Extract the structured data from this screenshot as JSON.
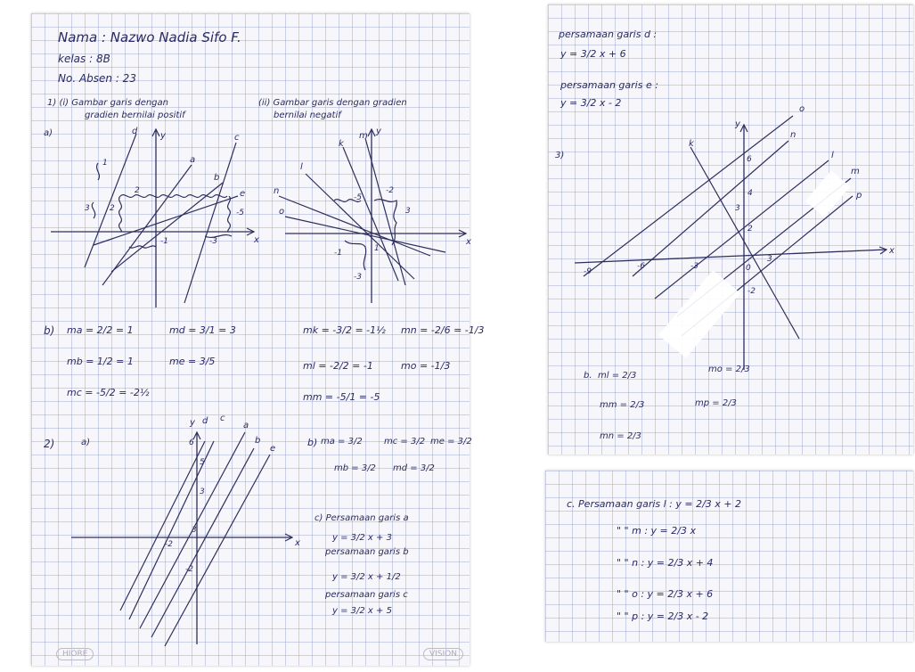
{
  "page1": {
    "header": {
      "nama": "Nama : Nazwo Nadia Sifo F.",
      "kelas": "kelas : 8B",
      "no_absen": "No. Absen : 23"
    },
    "q1": {
      "title_i": "1) (i) Gambar garis dengan",
      "title_i_2": "gradien bernilai positif",
      "title_ii": "(ii) Gambar garis dengan gradien",
      "title_ii_2": "bernilai negatif",
      "part_a": "a)",
      "graph_left_labels": {
        "d": "d",
        "y": "y",
        "a": "a",
        "c": "c",
        "b": "b",
        "e": "e",
        "x": "x",
        "one": "1",
        "three": "3",
        "two_a": "2",
        "two_b": "2",
        "neg1": "-1",
        "neg3": "-3",
        "neg5": "-5"
      },
      "graph_right_labels": {
        "m": "m",
        "y": "y",
        "k": "k",
        "l": "l",
        "o": "o",
        "n": "n",
        "x": "x",
        "neg2": "-2",
        "neg5": "-5",
        "three": "3",
        "neg1": "-1",
        "one": "1",
        "neg3": "-3"
      },
      "part_b": "b)",
      "ma": "ma = 2/2 = 1",
      "md": "md = 3/1 = 3",
      "mb": "mb = 1/2 = 1",
      "me": "me = 3/5",
      "mc": "mc = -5/2 = -2½",
      "mk": "mk = -3/2 = -1½",
      "mn": "mn = -2/6 = -1/3",
      "ml": "ml = -2/2 = -1",
      "mo": "mo = -1/3",
      "mm": "mm = -5/1 = -5"
    },
    "q2": {
      "label": "2)",
      "part_a": "a)",
      "graph_labels": {
        "y": "y",
        "d": "d",
        "c": "c",
        "a": "a",
        "b": "b",
        "e": "e",
        "x": "x",
        "six": "6",
        "five": "5",
        "three_a": "3",
        "three_b": "3",
        "neg2_x": "-2",
        "neg2_y": "-2"
      },
      "part_b": "b)",
      "ma": "ma = 3/2",
      "mc": "mc = 3/2",
      "me": "me = 3/2",
      "mb": "mb = 3/2",
      "md": "md = 3/2",
      "part_c_label": "c) Persamaan garis a",
      "eq_a": "y = 3/2 x + 3",
      "pers_b": "persamaan garis b",
      "eq_b": "y = 3/2 x + 1/2",
      "pers_c": "persamaan garis c",
      "eq_c": "y = 3/2 x + 5"
    },
    "brand_left": "HIORE",
    "brand_right": "VISION"
  },
  "page2": {
    "pers_d": "persamaan garis d :",
    "eq_d": "y = 3/2 x + 6",
    "pers_e": "persamaan garis e :",
    "eq_e": "y = 3/2 x - 2",
    "q3": "3)",
    "graph_labels": {
      "y": "y",
      "o": "o",
      "k": "k",
      "n": "n",
      "l": "l",
      "m": "m",
      "p": "p",
      "x": "x",
      "six": "6",
      "four": "4",
      "three": "3",
      "two": "2",
      "zero": "0",
      "neg9": "-9",
      "neg6": "-6",
      "neg3": "-3",
      "neg2": "-2",
      "neg3y": "3"
    },
    "part_b": "b.",
    "ml": "ml = 2/3",
    "mo": "mo = 2/3",
    "mm": "mm = 2/3",
    "mp": "mp = 2/3",
    "mn": "mn = 2/3"
  },
  "page3": {
    "row_l": "c. Persamaan garis l : y = 2/3 x + 2",
    "row_m": "\" \" m : y = 2/3 x",
    "row_n": "\" \" n : y = 2/3 x + 4",
    "row_o": "\" \" o : y = 2/3 x + 6",
    "row_p": "\" \" p : y = 2/3 x - 2"
  }
}
